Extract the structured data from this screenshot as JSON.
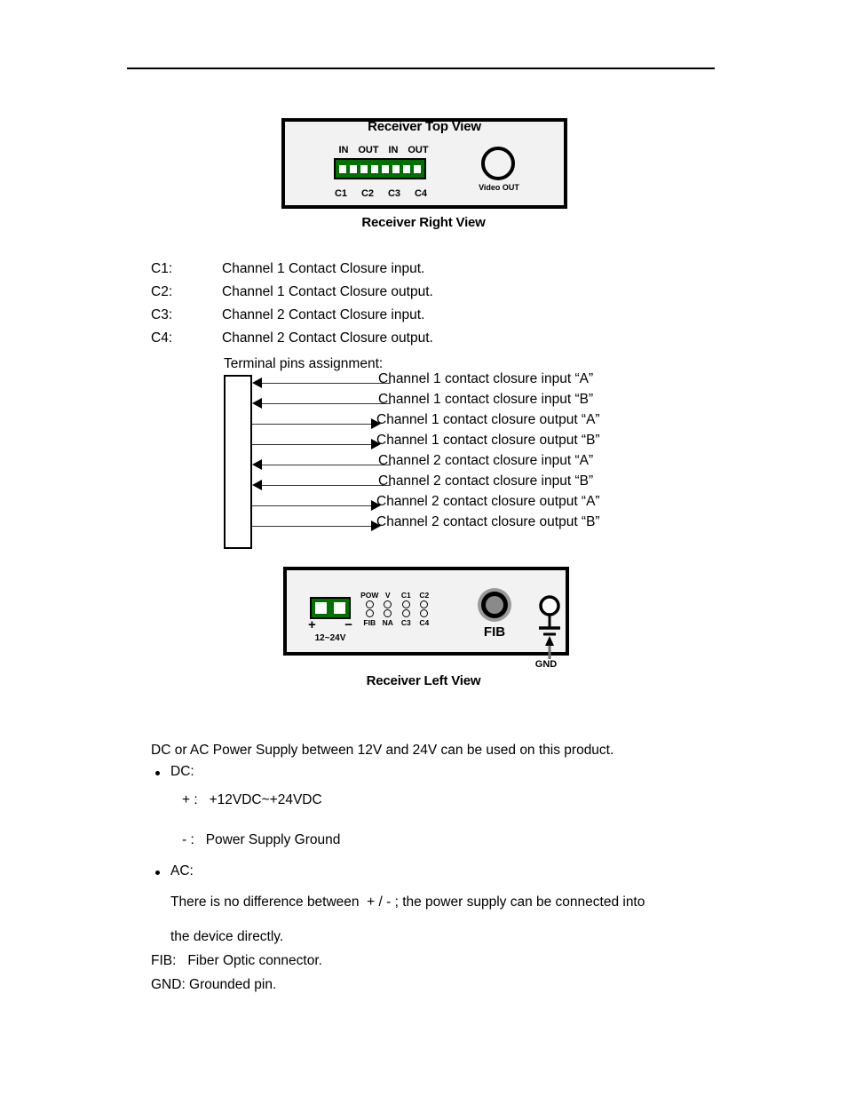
{
  "page": {
    "title": "Receiver connections and power supply"
  },
  "top_device": {
    "box_title": "Receiver Top View",
    "caption": "Receiver Right View",
    "terminal_top_labels": [
      "IN",
      "OUT",
      "IN",
      "OUT"
    ],
    "terminal_bottom_labels": [
      "C1",
      "C2",
      "C3",
      "C4"
    ],
    "terminal_pin_count": 8,
    "video_out_label": "Video OUT"
  },
  "channel_definitions": [
    {
      "key": "C1:",
      "value": "Channel 1 Contact Closure input."
    },
    {
      "key": "C2:",
      "value": "Channel 1 Contact Closure output."
    },
    {
      "key": "C3:",
      "value": "Channel 2 Contact Closure input."
    },
    {
      "key": "C4:",
      "value": "Channel 2 Contact Closure output."
    }
  ],
  "pin_assignment": {
    "title": "Terminal pins assignment:",
    "rows": [
      {
        "label": "Channel 1 contact closure input “A”",
        "direction": "left"
      },
      {
        "label": "Channel 1 contact closure input “B”",
        "direction": "left"
      },
      {
        "label": "Channel 1 contact closure output “A”",
        "direction": "right"
      },
      {
        "label": "Channel 1 contact closure output “B”",
        "direction": "right"
      },
      {
        "label": "Channel 2 contact closure input “A”",
        "direction": "left"
      },
      {
        "label": "Channel 2 contact closure input “B”",
        "direction": "left"
      },
      {
        "label": "Channel 2 contact closure output “A”",
        "direction": "right"
      },
      {
        "label": "Channel 2 contact closure output “B”",
        "direction": "right"
      }
    ]
  },
  "bottom_device": {
    "caption": "Receiver Left View",
    "power_plus": "+",
    "power_minus": "−",
    "power_voltage": "12~24V",
    "led_top_labels": [
      "POW",
      "V",
      "C1",
      "C2"
    ],
    "led_bottom_labels": [
      "FIB",
      "NA",
      "C3",
      "C4"
    ],
    "fib_label": "FIB",
    "gnd_label": "GND"
  },
  "power_notes": {
    "intro": "DC or AC Power Supply between 12V and 24V can be used on this product.",
    "dc_heading": "DC:",
    "dc_plus": "+ :   +12VDC~+24VDC",
    "dc_minus": "- :   Power Supply Ground",
    "ac_heading": "AC:",
    "ac_line1": "There is no difference between  + / - ; the power supply can be connected into",
    "ac_line2": "the device directly.",
    "fib_note": "FIB:   Fiber Optic connector.",
    "gnd_note": "GND: Grounded pin."
  },
  "colors": {
    "terminal_green": "#007000",
    "box_fill": "#f2f2f2",
    "outline": "#000000"
  }
}
